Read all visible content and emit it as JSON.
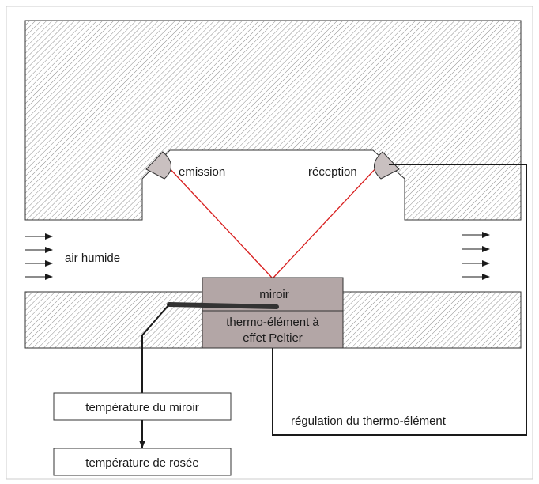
{
  "labels": {
    "emission": "emission",
    "reception": "réception",
    "air_humide": "air humide",
    "miroir": "miroir",
    "thermo_line1": "thermo-élément à",
    "thermo_line2": "effet Peltier",
    "regulation": "régulation du thermo-élément",
    "temp_miroir": "température du miroir",
    "temp_rosee": "température de rosée"
  },
  "colors": {
    "beam": "#d81e1e",
    "hatch": "#8c8c8c",
    "outline": "#333333",
    "block": "#b3a6a6",
    "sensor": "#c9c0c0",
    "wire": "#1a1a1a"
  }
}
